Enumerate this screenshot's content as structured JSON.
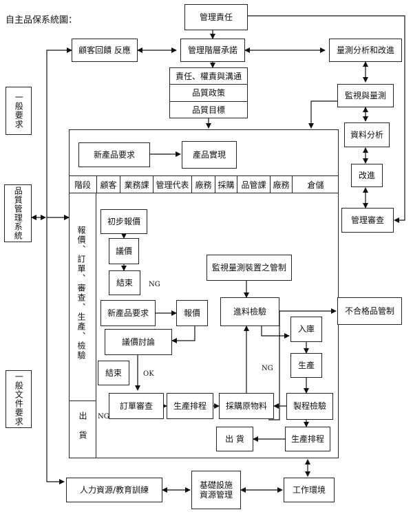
{
  "title": "自主品保系統圖：",
  "nodes": {
    "mgmt_responsibility": "管理責任",
    "customer_feedback": "顧客回饋 反應",
    "mgmt_commitment": "管理階層承諾",
    "measure_analysis_improve": "量測分析和改進",
    "resp_auth_comm": "責任、權責與溝通",
    "quality_policy": "品質政策",
    "quality_objective": "品質目標",
    "monitor_measure": "監視與量測",
    "general_req": "一般要求",
    "qms": "品質管理系統",
    "general_doc_req": "一般文件要求",
    "data_analysis": "資料分析",
    "improvement": "改進",
    "mgmt_review": "管理審查",
    "new_product_req_top": "新產品要求",
    "product_realization": "產品實現",
    "prelim_quote": "初步報價",
    "negotiate": "議價",
    "close1": "結束",
    "new_product_req": "新產品要求",
    "quotation": "報價",
    "quote_discussion": "議價討論",
    "close2": "結束",
    "order_review": "訂單審查",
    "production_schedule": "生產排程",
    "purchase_material": "採購原物料",
    "monitor_device_ctrl": "監視量測裝置之管制",
    "incoming_inspection": "進料檢驗",
    "nonconforming_ctrl": "不合格品管制",
    "warehousing": "入庫",
    "production": "生產",
    "process_inspection": "製程檢驗",
    "production_schedule2": "生產排程",
    "shipment": "出 貨",
    "human_resources": "人力資源/教育訓練",
    "infrastructure": "基礎設施\n資源管理",
    "work_environment": "工作環境"
  },
  "phase_header": [
    "階段",
    "顧客",
    "業務課",
    "管理代表",
    "廠務",
    "採購",
    "品管課",
    "廠務",
    "倉儲"
  ],
  "phase_side": "報價、訂單、審查、生產、檢驗",
  "phase_ship": "出 貨",
  "labels": {
    "ng1": "NG",
    "ok": "OK",
    "ng2": "NG",
    "ng3": "NG"
  }
}
